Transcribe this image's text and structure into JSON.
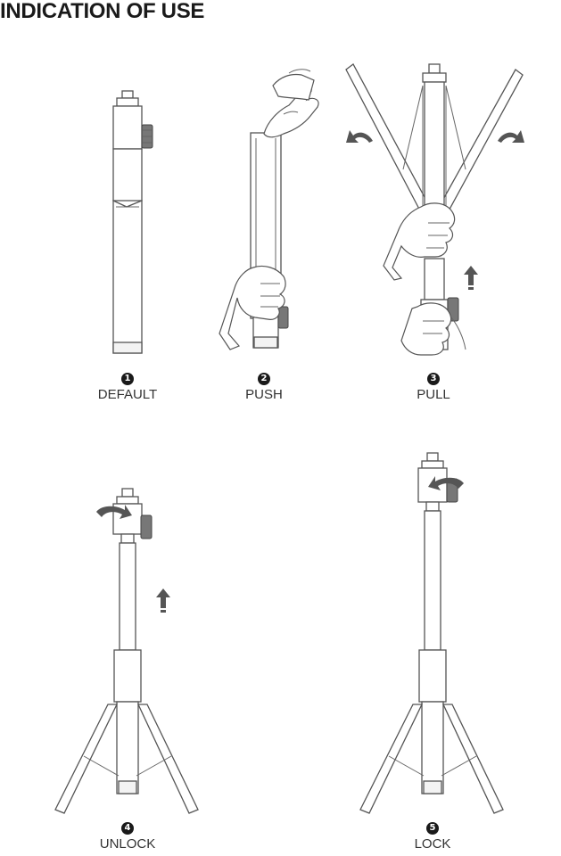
{
  "header": {
    "title": "INDICATION OF USE"
  },
  "steps": [
    {
      "number": "1",
      "label": "DEFAULT"
    },
    {
      "number": "2",
      "label": "PUSH"
    },
    {
      "number": "3",
      "label": "PULL"
    },
    {
      "number": "4",
      "label": "UNLOCK"
    },
    {
      "number": "5",
      "label": "LOCK"
    }
  ]
}
